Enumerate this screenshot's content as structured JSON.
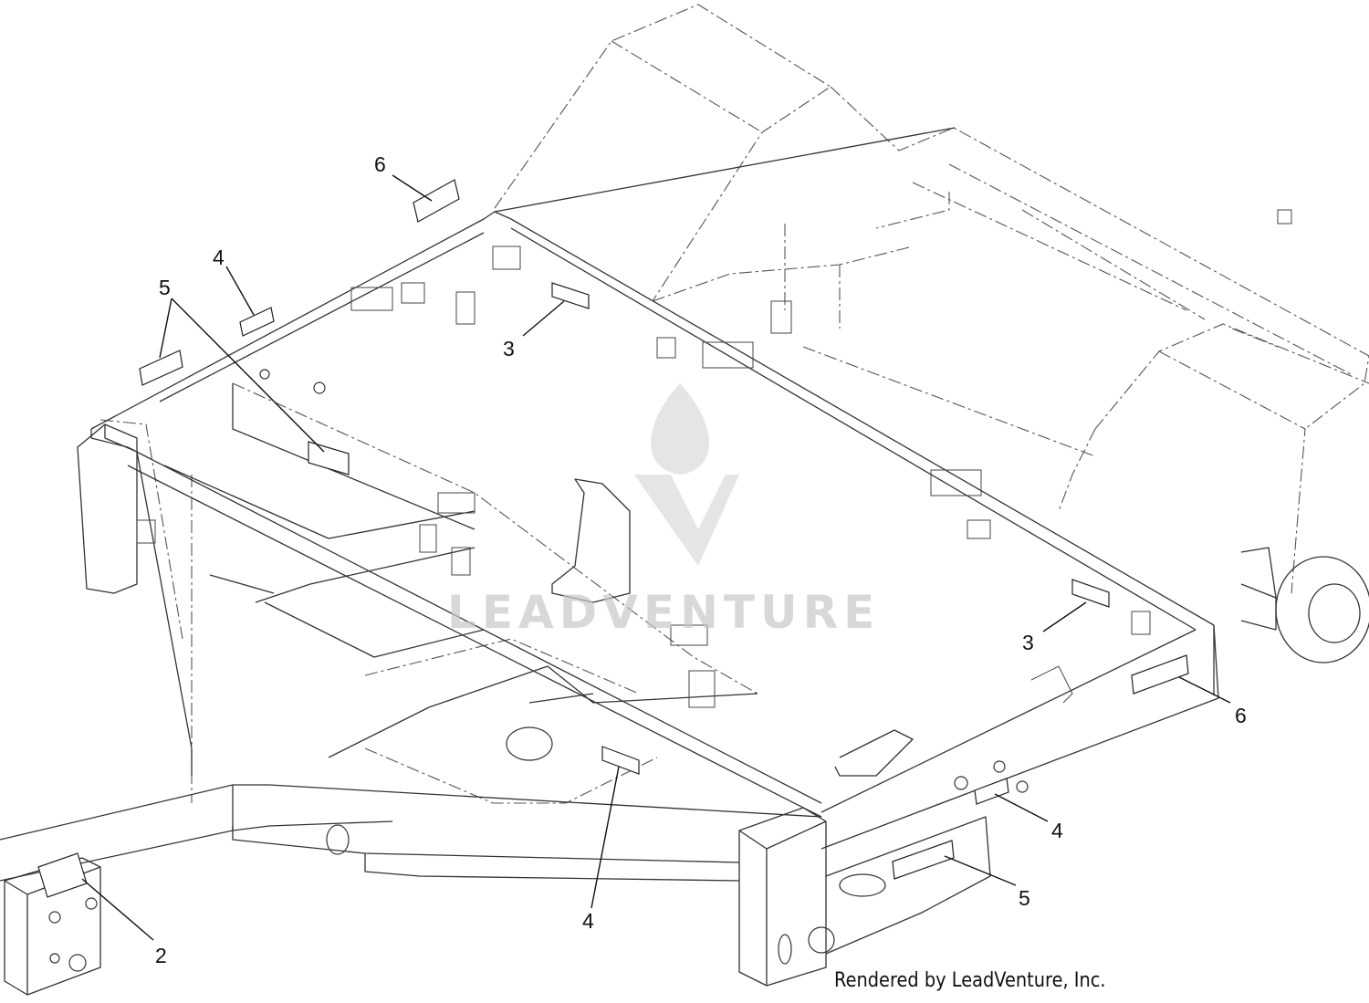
{
  "callouts": [
    {
      "id": "c6a",
      "label": "6"
    },
    {
      "id": "c4a",
      "label": "4"
    },
    {
      "id": "c5a",
      "label": "5"
    },
    {
      "id": "c3a",
      "label": "3"
    },
    {
      "id": "c3b",
      "label": "3"
    },
    {
      "id": "c6b",
      "label": "6"
    },
    {
      "id": "c4b",
      "label": "4"
    },
    {
      "id": "c5b",
      "label": "5"
    },
    {
      "id": "c4c",
      "label": "4"
    },
    {
      "id": "c2",
      "label": "2"
    }
  ],
  "watermark": {
    "text": "LEADVENTURE",
    "logo_icon": "leadventure-flame-v-logo"
  },
  "credit": "Rendered by LeadVenture, Inc."
}
